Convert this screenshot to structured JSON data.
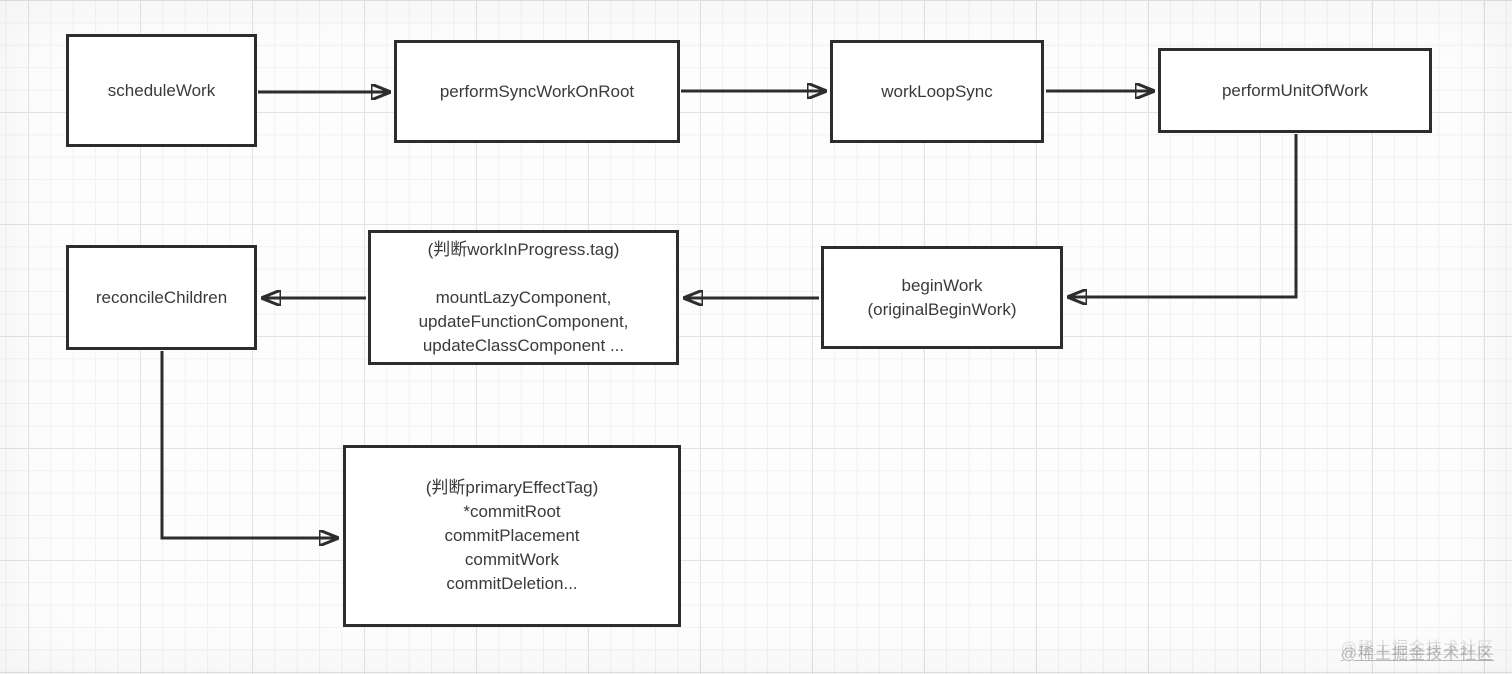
{
  "diagram_title": "react-fiber-work-loop-flowchart",
  "nodes": {
    "schedule_work": {
      "label": "scheduleWork"
    },
    "perform_sync_work": {
      "label": "performSyncWorkOnRoot"
    },
    "work_loop_sync": {
      "label": "workLoopSync"
    },
    "perform_unit_of_work": {
      "label": "performUnitOfWork"
    },
    "reconcile_children": {
      "label": "reconcileChildren"
    },
    "begin_work_switch": {
      "label": "(判断workInProgress.tag)\n\nmountLazyComponent,\nupdateFunctionComponent,\nupdateClassComponent ..."
    },
    "begin_work": {
      "label": "beginWork\n(originalBeginWork)"
    },
    "commit_switch": {
      "label": "(判断primaryEffectTag)\n*commitRoot\ncommitPlacement\ncommitWork\ncommitDeletion..."
    }
  },
  "edges": [
    "scheduleWork -> performSyncWorkOnRoot",
    "performSyncWorkOnRoot -> workLoopSync",
    "workLoopSync -> performUnitOfWork",
    "performUnitOfWork -> beginWork (originalBeginWork)",
    "beginWork (originalBeginWork) -> (判断workInProgress.tag) switch",
    "(判断workInProgress.tag) switch -> reconcileChildren",
    "reconcileChildren -> (判断primaryEffectTag) commit"
  ],
  "watermark": {
    "text": "@稀土掘金技术社区"
  },
  "colors": {
    "line": "#2d2d2d",
    "text": "#3a3a3a",
    "node_background": "#ffffff",
    "canvas_background": "#fdfdfd",
    "grid_minor": "#f1f1f1",
    "grid_major": "#e3e3e3",
    "watermark": "#8c8c8c"
  }
}
